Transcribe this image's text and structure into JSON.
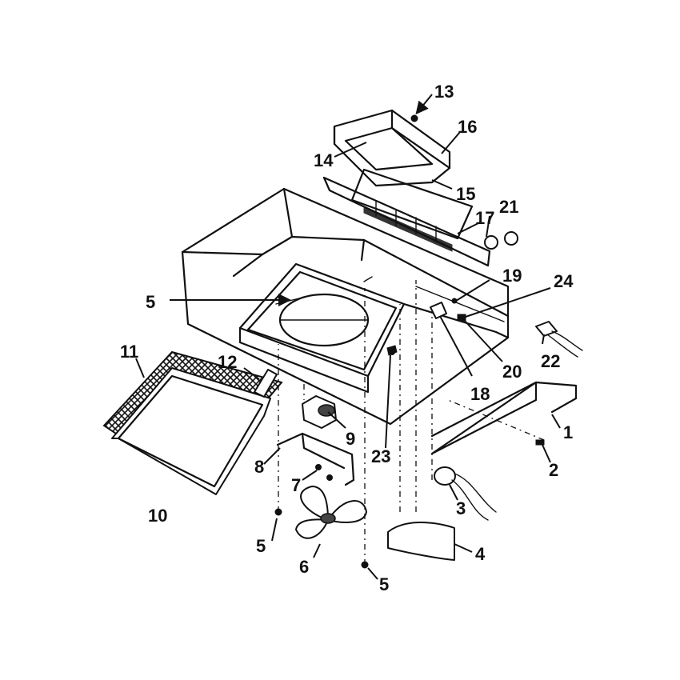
{
  "diagram": {
    "callouts": [
      "13",
      "16",
      "14",
      "15",
      "17",
      "21",
      "5",
      "19",
      "24",
      "11",
      "12",
      "9",
      "23",
      "18",
      "20",
      "22",
      "1",
      "8",
      "7",
      "2",
      "10",
      "3",
      "5",
      "6",
      "4",
      "5"
    ]
  }
}
